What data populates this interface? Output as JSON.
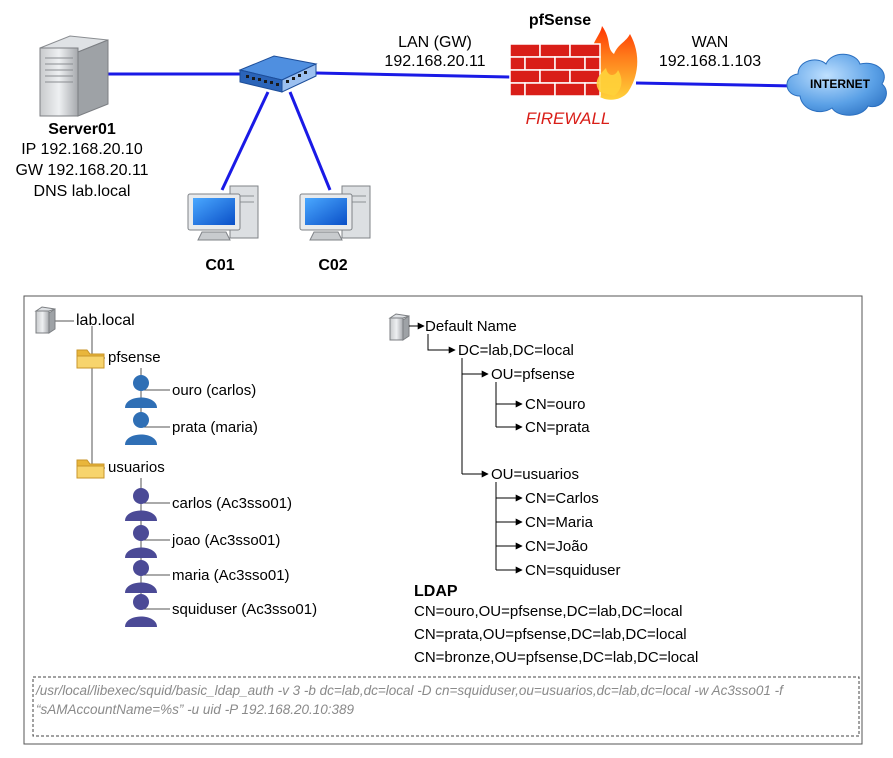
{
  "network": {
    "server": {
      "name": "Server01",
      "ip": "IP 192.168.20.10",
      "gw": "GW 192.168.20.11",
      "dns": "DNS lab.local"
    },
    "clients": [
      "C01",
      "C02"
    ],
    "firewall": {
      "title": "pfSense",
      "label": "FIREWALL",
      "lan_label": "LAN (GW)",
      "lan_ip": "192.168.20.11",
      "wan_label": "WAN",
      "wan_ip": "192.168.1.103"
    },
    "internet_label": "INTERNET"
  },
  "ad_tree": {
    "root": "lab.local",
    "folders": [
      {
        "name": "pfsense",
        "users": [
          "ouro (carlos)",
          "prata (maria)"
        ]
      },
      {
        "name": "usuarios",
        "users": [
          "carlos (Ac3sso01)",
          "joao (Ac3sso01)",
          "maria (Ac3sso01)",
          "squiduser (Ac3sso01)"
        ]
      }
    ]
  },
  "ldap_tree": {
    "root": "Default Name",
    "dc": "DC=lab,DC=local",
    "ou_pfsense": "OU=pfsense",
    "pfsense_cns": [
      "CN=ouro",
      "CN=prata"
    ],
    "ou_usuarios": "OU=usuarios",
    "usuarios_cns": [
      "CN=Carlos",
      "CN=Maria",
      "CN=João",
      "CN=squiduser"
    ]
  },
  "ldap": {
    "title": "LDAP",
    "dns": [
      "CN=ouro,OU=pfsense,DC=lab,DC=local",
      "CN=prata,OU=pfsense,DC=lab,DC=local",
      "CN=bronze,OU=pfsense,DC=lab,DC=local"
    ]
  },
  "command": "/usr/local/libexec/squid/basic_ldap_auth -v 3 -b dc=lab,dc=local -D cn=squiduser,ou=usuarios,dc=lab,dc=local -w Ac3sso01 -f “sAMAccountName=%s” -u uid -P 192.168.20.10:389",
  "colors": {
    "link": "#1a1ae6",
    "firewall_red": "#d91e18",
    "cloud_blue": "#3f8fd8",
    "pfsense_user": "#2f6fb5",
    "usuarios_user": "#4b4a96",
    "folder": "#f4c95d"
  }
}
